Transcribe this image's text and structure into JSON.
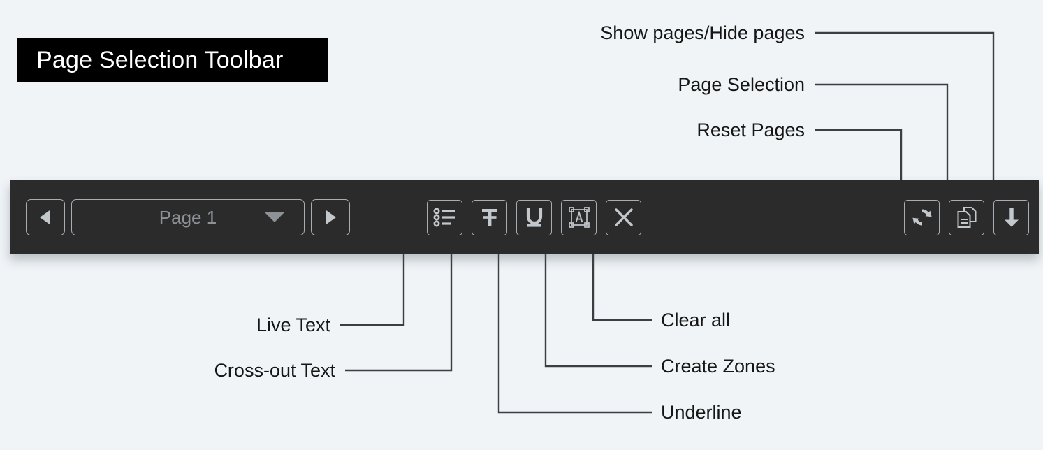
{
  "page": {
    "background_color": "#f0f4f7",
    "title_badge": {
      "label": "Page Selection Toolbar",
      "background_color": "#000000",
      "text_color": "#ffffff"
    }
  },
  "toolbar": {
    "background_color": "#2b2b2b",
    "icon_color": "#c3c8cd",
    "border_color": "#a8adb3",
    "pager": {
      "prev_button_name": "previous-page",
      "next_button_name": "next-page",
      "selected_value": "Page 1",
      "caret": "chevron-down-icon"
    },
    "tools": [
      {
        "id": "live-text",
        "icon": "bulleted-list-icon",
        "label": "Live Text"
      },
      {
        "id": "cross-out-text",
        "icon": "strikethrough-t-icon",
        "label": "Cross-out Text"
      },
      {
        "id": "underline",
        "icon": "underline-u-icon",
        "label": "Underline"
      },
      {
        "id": "create-zones",
        "icon": "text-zone-box-icon",
        "label": "Create Zones"
      },
      {
        "id": "clear-all",
        "icon": "close-x-icon",
        "label": "Clear all"
      }
    ],
    "right_tools": [
      {
        "id": "reset-pages",
        "icon": "refresh-sync-icon",
        "label": "Reset Pages"
      },
      {
        "id": "page-selection",
        "icon": "documents-icon",
        "label": "Page Selection"
      },
      {
        "id": "show-hide-pages",
        "icon": "arrow-down-icon",
        "label": "Show pages/Hide pages"
      }
    ]
  },
  "callouts": {
    "show_hide_pages": "Show pages/Hide pages",
    "page_selection": "Page Selection",
    "reset_pages": "Reset Pages",
    "live_text": "Live Text",
    "cross_out_text": "Cross-out Text",
    "clear_all": "Clear all",
    "create_zones": "Create Zones",
    "underline": "Underline"
  }
}
